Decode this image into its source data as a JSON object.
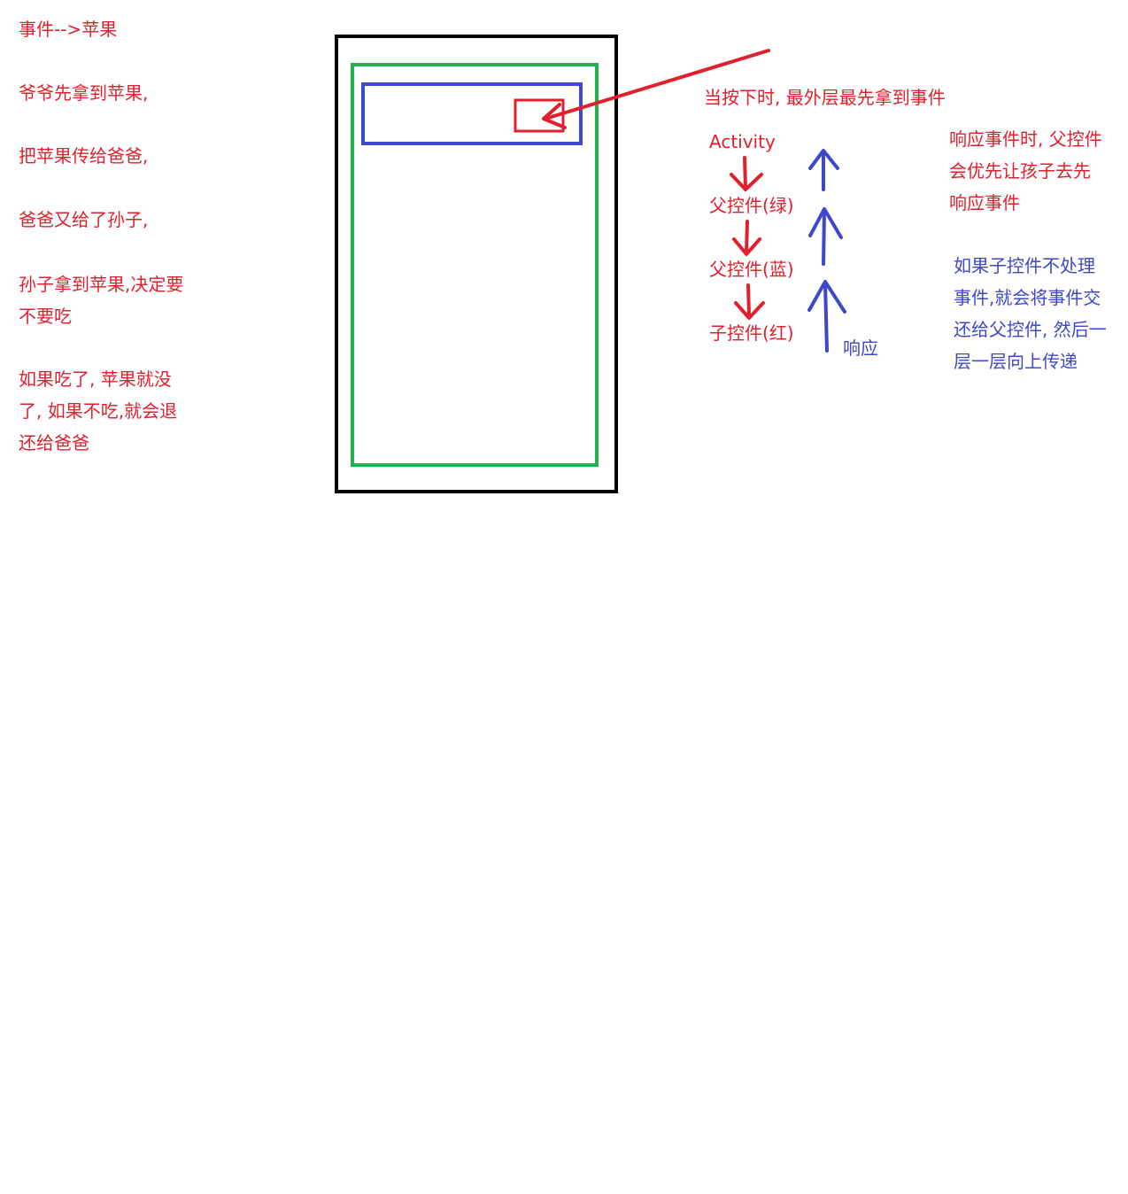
{
  "colors": {
    "red": "#e0212d",
    "blue": "#3f48cc",
    "green": "#22b14c",
    "black": "#000000"
  },
  "story": {
    "title": "事件-->苹果",
    "step1": "爷爷先拿到苹果,",
    "step2": "把苹果传给爸爸,",
    "step3": "爸爸又给了孙子,",
    "step4": [
      "孙子拿到苹果,决定要",
      "不要吃"
    ],
    "step5": [
      "如果吃了, 苹果就没",
      "了, 如果不吃,就会退",
      "还给爸爸"
    ]
  },
  "callout": "当按下时, 最外层最先拿到事件",
  "dispatch": {
    "activity": "Activity",
    "green_parent": "父控件(绿)",
    "blue_parent": "父控件(蓝)",
    "red_child": "子控件(红)"
  },
  "response_label": "响应",
  "note_red": [
    "响应事件时, 父控件",
    "会优先让孩子去先",
    "响应事件"
  ],
  "note_blue": [
    "如果子控件不处理",
    "事件,就会将事件交",
    "还给父控件, 然后一",
    "层一层向上传递"
  ]
}
